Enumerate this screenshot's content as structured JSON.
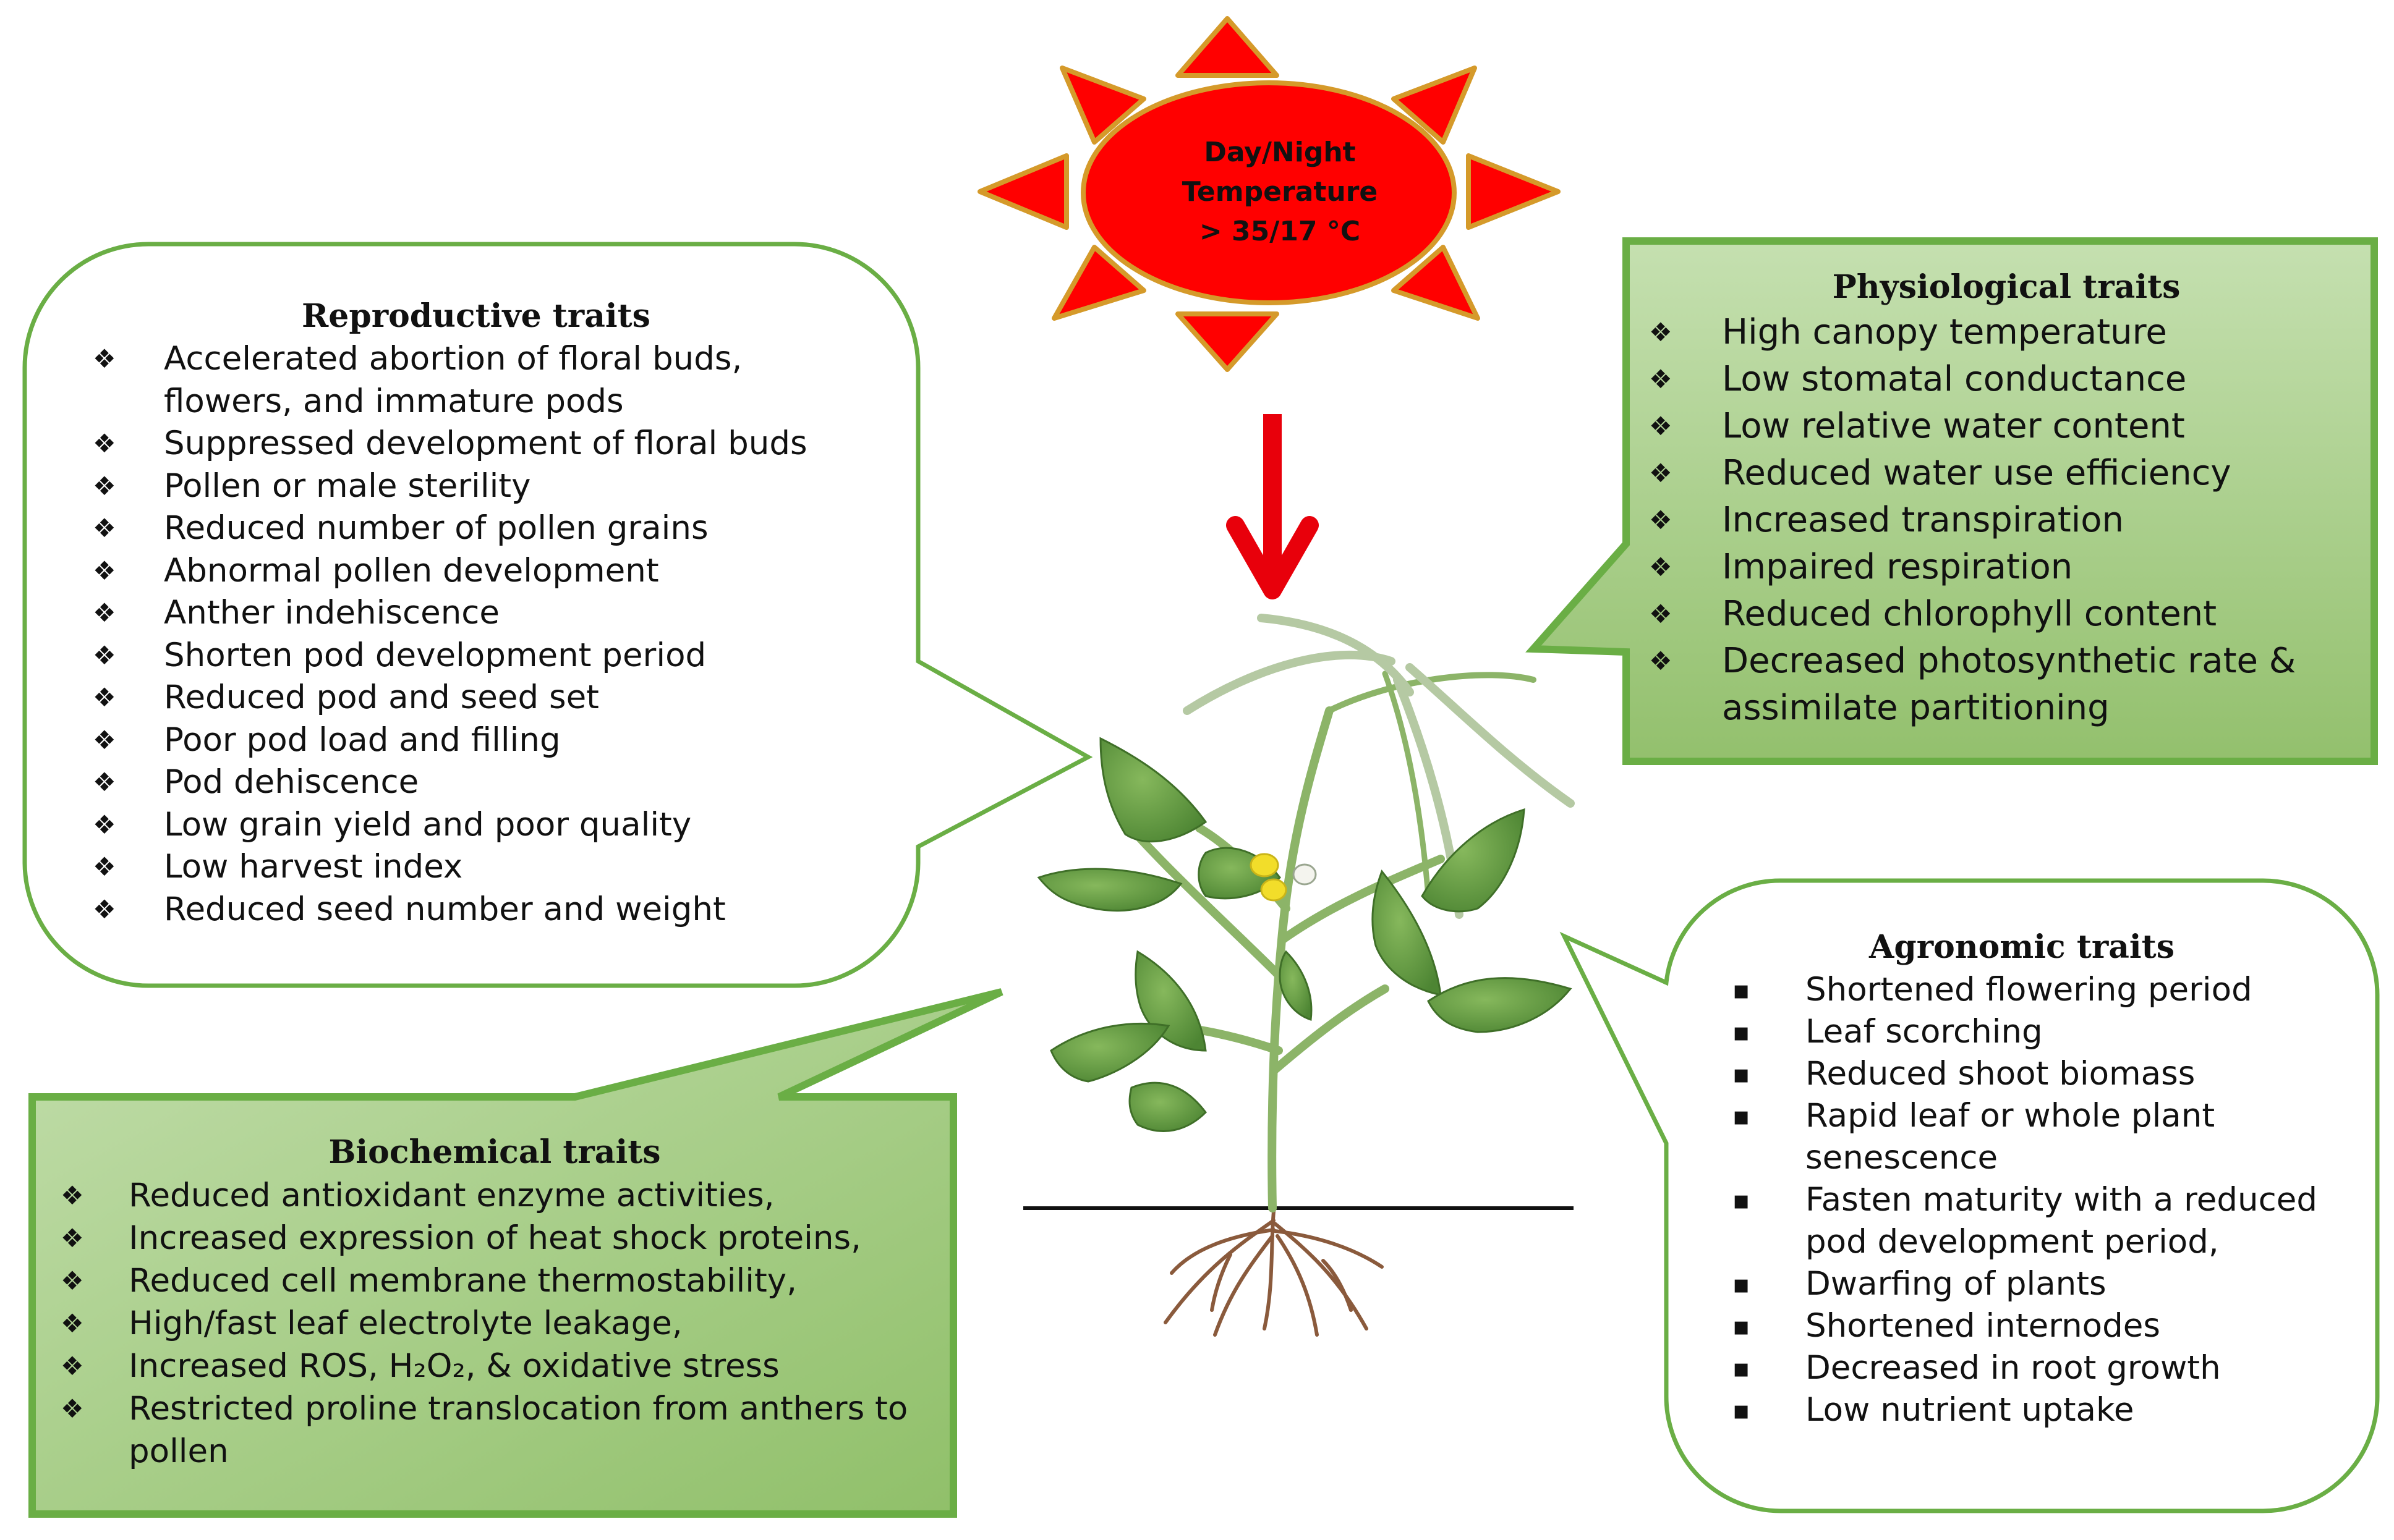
{
  "sun": {
    "lines": [
      "Day/Night",
      "Temperature",
      "> 35/17 °C"
    ]
  },
  "reproductive": {
    "title": "Reproductive traits",
    "bullet": "❖",
    "items": [
      "Accelerated abortion of floral buds,",
      "flowers, and immature pods",
      "Suppressed development of floral buds",
      "Pollen or male sterility",
      "Reduced number of pollen grains",
      "Abnormal pollen development",
      "Anther indehiscence",
      "Shorten pod development period",
      "Reduced pod and seed set",
      "Poor pod load and filling",
      "Pod dehiscence",
      "Low grain yield and poor quality",
      "Low harvest index",
      "Reduced seed number and weight"
    ]
  },
  "physiological": {
    "title": "Physiological traits",
    "bullet": "❖",
    "items": [
      "High canopy temperature",
      "Low stomatal conductance",
      "Low relative water content",
      "Reduced water use efficiency",
      "Increased transpiration",
      "Impaired respiration",
      "Reduced chlorophyll content",
      "Decreased photosynthetic rate &",
      "assimilate partitioning"
    ]
  },
  "biochemical": {
    "title": "Biochemical traits",
    "bullet": "❖",
    "items": [
      "Reduced antioxidant enzyme activities,",
      "Increased expression of heat shock proteins,",
      "Reduced cell membrane thermostability,",
      "High/fast leaf electrolyte leakage,",
      "Increased ROS, H₂O₂, & oxidative stress",
      "Restricted proline translocation from anthers to",
      "pollen"
    ]
  },
  "agronomic": {
    "title": "Agronomic traits",
    "bullet": "▪",
    "items": [
      "Shortened flowering period",
      "Leaf scorching",
      "Reduced shoot biomass",
      "Rapid leaf or whole plant",
      "senescence",
      "Fasten maturity with a reduced",
      "pod development period,",
      "Dwarfing of plants",
      "Shortened internodes",
      "Decreased in root growth",
      "Low nutrient uptake"
    ]
  },
  "colors": {
    "sun_fill": "#ff0000",
    "sun_stroke": "#d59a2a",
    "arrow": "#e8000b",
    "callout_outline": "#6aae45",
    "green_fill": "#a9d08e",
    "leaf": "#5f9a3f",
    "root": "#8a5a3c"
  }
}
